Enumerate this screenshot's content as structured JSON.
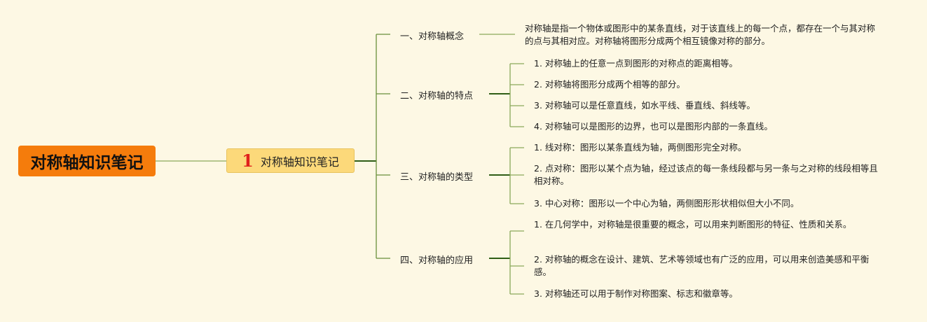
{
  "root": "对称轴知识笔记",
  "sub": {
    "badge": "1",
    "label": "对称轴知识笔记"
  },
  "sections": [
    {
      "title": "一、对称轴概念",
      "items": [
        "对称轴是指一个物体或图形中的某条直线，对于该直线上的每一个点，都存在一个与其对称的点与其相对应。对称轴将图形分成两个相互镜像对称的部分。"
      ]
    },
    {
      "title": "二、对称轴的特点",
      "items": [
        "1. 对称轴上的任意一点到图形的对称点的距离相等。",
        "2. 对称轴将图形分成两个相等的部分。",
        "3. 对称轴可以是任意直线，如水平线、垂直线、斜线等。",
        "4. 对称轴可以是图形的边界，也可以是图形内部的一条直线。"
      ]
    },
    {
      "title": "三、对称轴的类型",
      "items": [
        "1. 线对称：图形以某条直线为轴，两侧图形完全对称。",
        "2. 点对称：图形以某个点为轴，经过该点的每一条线段都与另一条与之对称的线段相等且相对称。",
        "3. 中心对称：图形以一个中心为轴，两侧图形形状相似但大小不同。"
      ]
    },
    {
      "title": "四、对称轴的应用",
      "items": [
        "1. 在几何学中，对称轴是很重要的概念，可以用来判断图形的特征、性质和关系。",
        "2. 对称轴的概念在设计、建筑、艺术等领域也有广泛的应用，可以用来创造美感和平衡感。",
        "3. 对称轴还可以用于制作对称图案、标志和徽章等。"
      ]
    }
  ]
}
